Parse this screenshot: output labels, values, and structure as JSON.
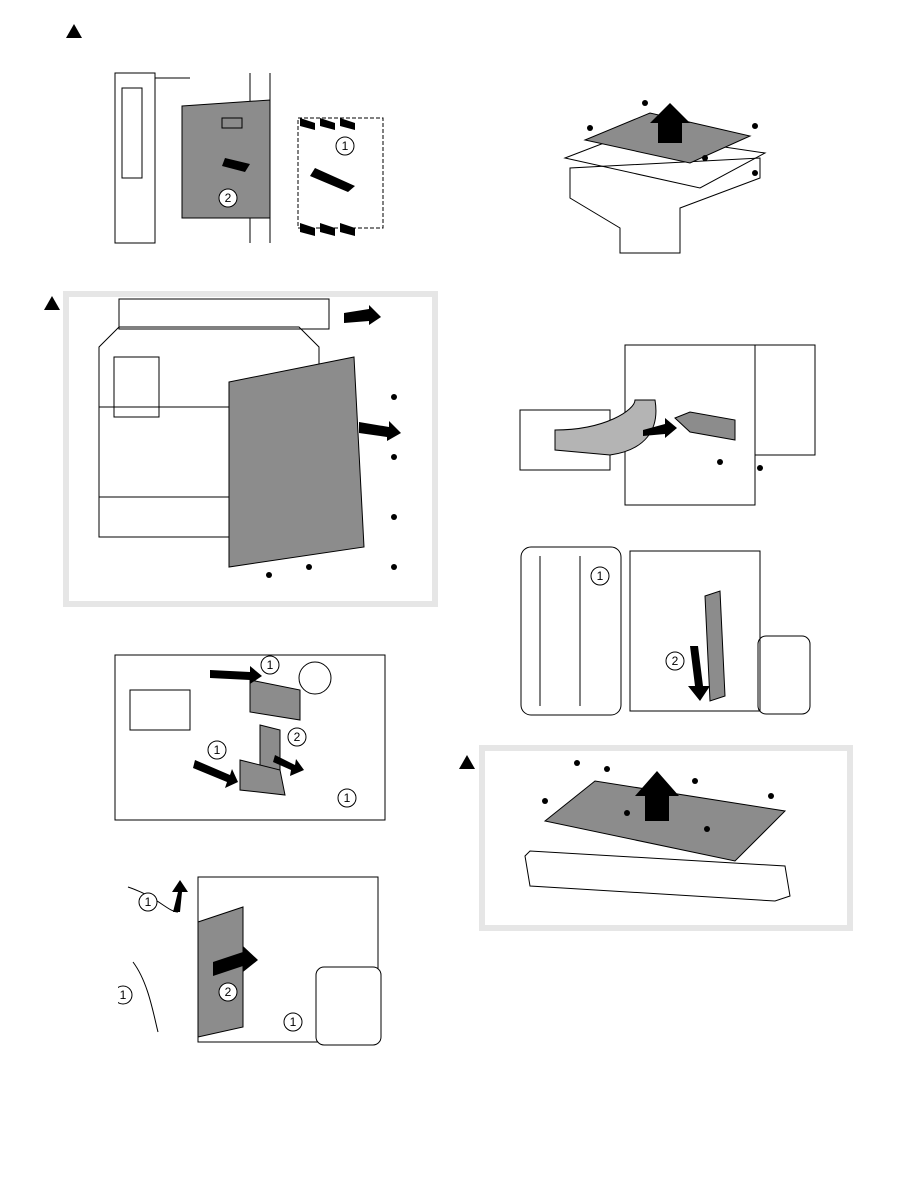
{
  "figures": [
    {
      "id": "fig1",
      "callouts": [
        "1",
        "2"
      ]
    },
    {
      "id": "fig2",
      "callouts": []
    },
    {
      "id": "fig3",
      "callouts": []
    },
    {
      "id": "fig4",
      "callouts": []
    },
    {
      "id": "fig5",
      "callouts": [
        "1",
        "2"
      ]
    },
    {
      "id": "fig6",
      "callouts": [
        "1",
        "1",
        "2",
        "1"
      ]
    },
    {
      "id": "fig7",
      "callouts": [
        "1",
        "1",
        "2",
        "1"
      ]
    },
    {
      "id": "fig8",
      "callouts": []
    }
  ],
  "colors": {
    "part_fill": "#8c8c8c",
    "line": "#000000",
    "panel_bg": "#e6e6e6"
  },
  "icons": [
    "warning-triangle-icon",
    "arrow-icon",
    "screw-icon",
    "callout-circle-icon"
  ]
}
